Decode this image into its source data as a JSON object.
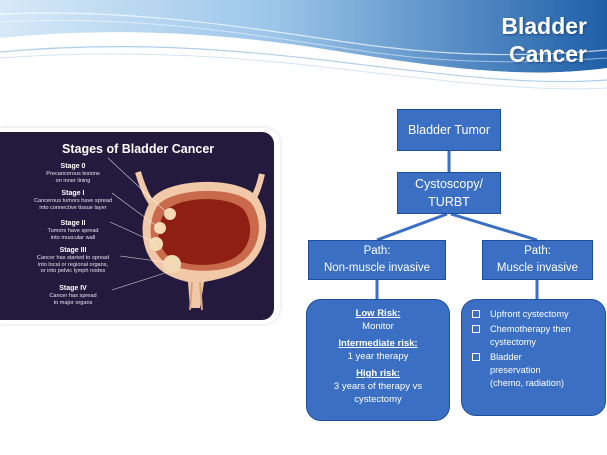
{
  "slide": {
    "title_line1": "Bladder",
    "title_line2": "Cancer",
    "banner_color": "#2d6fb4"
  },
  "infographic": {
    "title": "Stages of Bladder Cancer",
    "stages": [
      {
        "name": "Stage 0",
        "desc_lines": [
          "Precancerous lesions",
          "on inner lining"
        ]
      },
      {
        "name": "Stage I",
        "desc_lines": [
          "Cancerous tumors have spread",
          "into connective tissue layer"
        ]
      },
      {
        "name": "Stage II",
        "desc_lines": [
          "Tumors have spread",
          "into muscular wall"
        ]
      },
      {
        "name": "Stage III",
        "desc_lines": [
          "Cancer has started to spread",
          "into local or regional organs,",
          "or into pelvic lymph nodes"
        ]
      },
      {
        "name": "Stage IV",
        "desc_lines": [
          "Cancer has spread",
          "to major organs"
        ]
      }
    ],
    "colors": {
      "panel": "#241a3d",
      "bladder_outer": "#f2c9a8",
      "bladder_inner": "#8e1f12",
      "tumor": "#f3d9b4"
    }
  },
  "flowchart": {
    "box_color": "#3a6fc4",
    "nodes": {
      "tumor": {
        "label": "Bladder Tumor"
      },
      "cystoscopy": {
        "line1": "Cystoscopy/",
        "line2": "TURBT"
      },
      "non_muscle": {
        "line1": "Path:",
        "line2": "Non-muscle invasive"
      },
      "muscle": {
        "line1": "Path:",
        "line2": "Muscle invasive"
      }
    },
    "risk": {
      "low_label": "Low Risk:",
      "low_value": "Monitor",
      "intermediate_label": "Intermediate risk:",
      "intermediate_value": "1 year therapy",
      "high_label": "High risk:",
      "high_value_line1": "3 years of therapy vs",
      "high_value_line2": "cystectomy"
    },
    "options": [
      {
        "lines": [
          "Upfront cystectomy"
        ]
      },
      {
        "lines": [
          "Chemotherapy then",
          "cystectomy"
        ]
      },
      {
        "lines": [
          "Bladder",
          "preservation",
          "(chemo, radiation)"
        ]
      }
    ]
  }
}
